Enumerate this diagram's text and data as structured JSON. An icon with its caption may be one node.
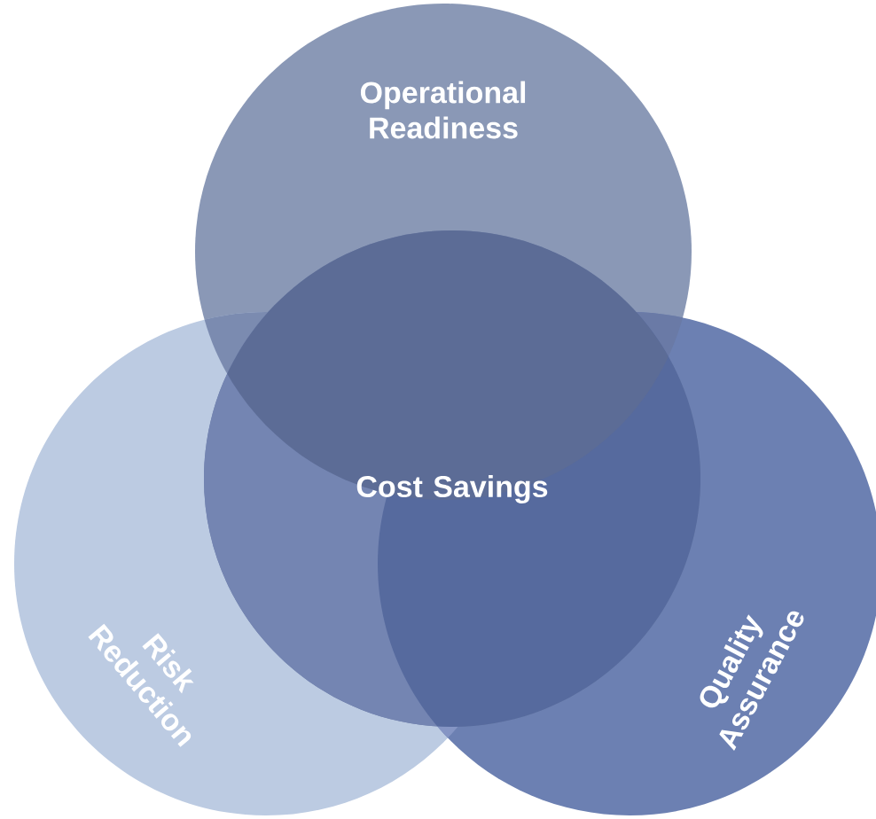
{
  "diagram": {
    "nodes": [
      {
        "text": [
          "Operational Readiness"
        ]
      },
      {
        "text": [
          "Risk Reduction"
        ]
      },
      {
        "text": [
          "Quality Assurance"
        ]
      },
      {
        "text": [
          "Cost Savings"
        ]
      }
    ]
  }
}
